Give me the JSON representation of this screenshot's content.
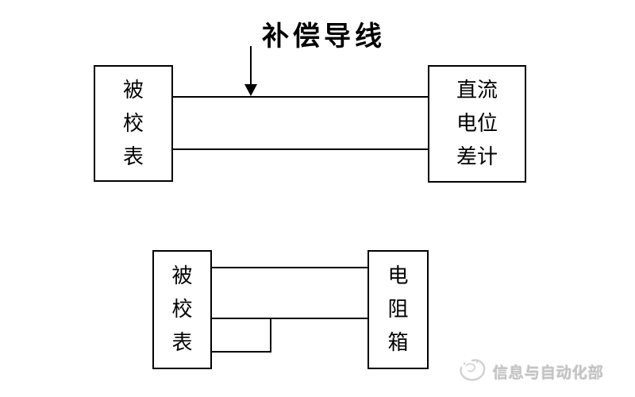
{
  "page": {
    "background": "#ffffff",
    "line_color": "#000000"
  },
  "top_diagram": {
    "annotation": {
      "label": "补偿导线",
      "pointer": "down-arrow"
    },
    "left_box": {
      "lines": [
        "被",
        "校",
        "表"
      ]
    },
    "right_box": {
      "lines": [
        "直流",
        "电位",
        "差计"
      ]
    }
  },
  "bottom_diagram": {
    "left_box": {
      "lines": [
        "被",
        "校",
        "表"
      ]
    },
    "right_box": {
      "lines": [
        "电",
        "阻",
        "箱"
      ]
    }
  },
  "watermark": {
    "logo": "swirl-logo",
    "text": "信息与自动化部",
    "color": "#c2c2c2"
  }
}
